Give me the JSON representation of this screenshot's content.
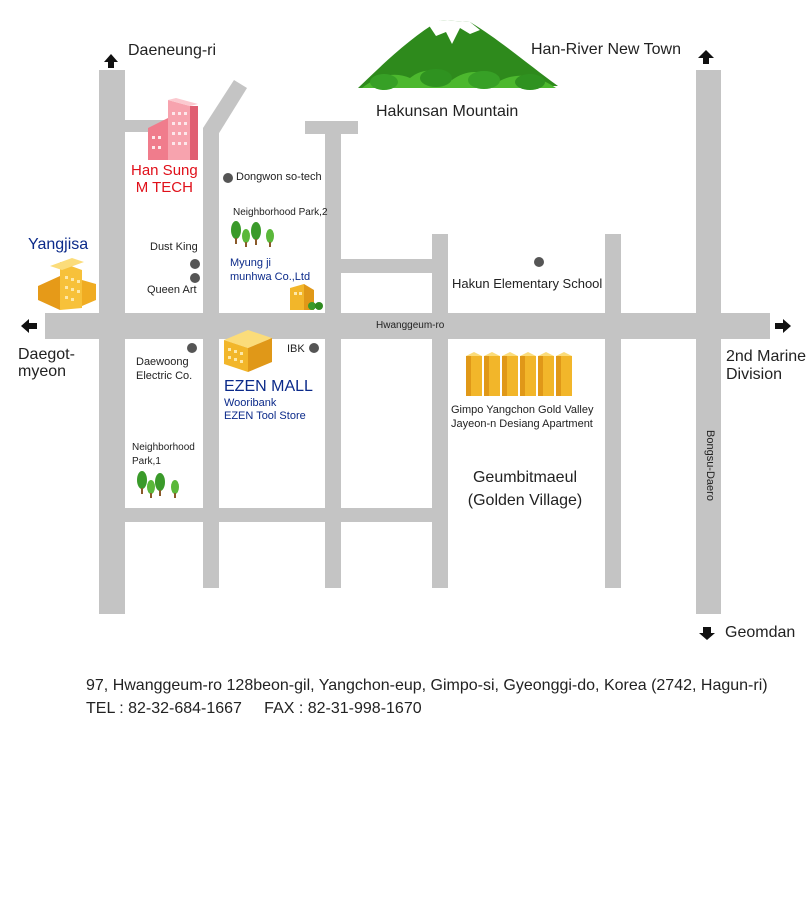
{
  "colors": {
    "road": "#c4c4c4",
    "accent_blue": "#0b2a8a",
    "accent_red": "#e0101a",
    "building_yellow": "#f2b62a",
    "tree_green": "#3a9a2a"
  },
  "directions": {
    "north_left": "Daeneung-ri",
    "north_right": "Han-River New Town",
    "west_line1": "Daegot-",
    "west_line2": "myeon",
    "east_line1": "2nd Marine",
    "east_line2": "Division",
    "south": "Geomdan"
  },
  "roads": {
    "main": "Hwanggeum-ro",
    "vertical": "Bongsu-Daero"
  },
  "landmarks": {
    "mountain": "Hakunsan Mountain",
    "hansung_line1": "Han Sung",
    "hansung_line2": "M TECH",
    "yangjisa": "Yangjisa",
    "dongwon": "Dongwon so-tech",
    "park2": "Neighborhood Park,2",
    "dustking": "Dust King",
    "queenart": "Queen Art",
    "myungji_line1": "Myung ji",
    "myungji_line2": "munhwa Co.,Ltd",
    "hakun_school": "Hakun Elementary School",
    "daewoong_line1": "Daewoong",
    "daewoong_line2": "Electric Co.",
    "ibk": "IBK",
    "ezen_mall": "EZEN MALL",
    "wooribank": "Wooribank",
    "ezen_tool": "EZEN Tool Store",
    "gimpo_line1": "Gimpo Yangchon Gold Valley",
    "gimpo_line2": "Jayeon-n Desiang Apartment",
    "geumbit_line1": "Geumbitmaeul",
    "geumbit_line2": "(Golden Village)",
    "park1_line1": "Neighborhood",
    "park1_line2": "Park,1"
  },
  "contact": {
    "address": "97, Hwanggeum-ro 128beon-gil, Yangchon-eup, Gimpo-si, Gyeonggi-do, Korea (2742, Hagun-ri)",
    "phone_fax": "TEL : 82-32-684-1667     FAX : 82-31-998-1670"
  },
  "icons": [
    "arrow-up-icon",
    "arrow-left-icon",
    "arrow-right-icon",
    "arrow-down-icon",
    "mountain-icon",
    "building-icon",
    "tree-icon",
    "location-dot-icon"
  ]
}
